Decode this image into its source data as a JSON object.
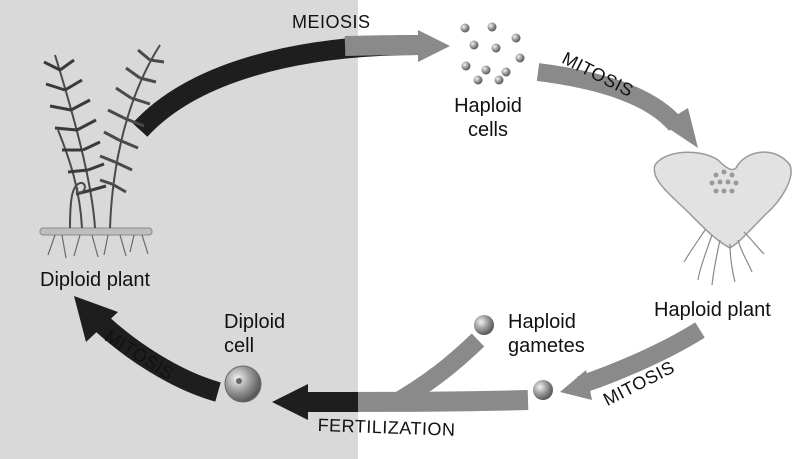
{
  "labels": {
    "diploid_plant": "Diploid plant",
    "haploid_cells_1": "Haploid",
    "haploid_cells_2": "cells",
    "haploid_plant": "Haploid plant",
    "haploid_gametes_1": "Haploid",
    "haploid_gametes_2": "gametes",
    "diploid_cell_1": "Diploid",
    "diploid_cell_2": "cell"
  },
  "processes": {
    "meiosis": "MEIOSIS",
    "mitosis_top": "MITOSIS",
    "mitosis_bottom": "MITOSIS",
    "mitosis_left": "MITOSIS",
    "fertilization": "FERTILIZATION"
  }
}
